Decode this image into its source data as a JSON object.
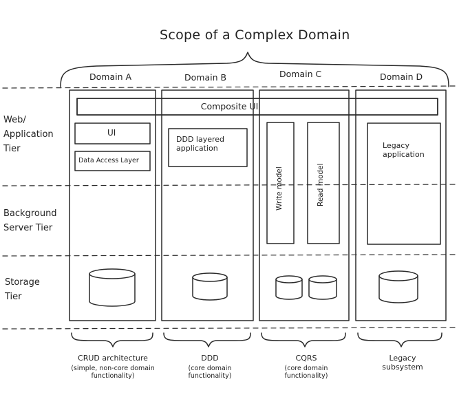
{
  "title": "Scope of a Complex Domain",
  "domains": [
    {
      "label": "Domain A"
    },
    {
      "label": "Domain B"
    },
    {
      "label": "Domain C"
    },
    {
      "label": "Domain D"
    }
  ],
  "tiers": {
    "web": "Web/\nApplication\nTier",
    "background": "Background\nServer Tier",
    "storage": "Storage\nTier"
  },
  "boxes": {
    "composite_ui": "Composite UI",
    "ui": "UI",
    "data_access_layer": "Data Access Layer",
    "ddd_layered": "DDD layered\napplication",
    "write_model": "Write model",
    "read_model": "Read model",
    "legacy_app": "Legacy\napplication"
  },
  "captions": [
    {
      "main": "CRUD architecture",
      "sub": "(simple, non-core domain\nfunctionality)"
    },
    {
      "main": "DDD",
      "sub": "(core domain\nfunctionality)"
    },
    {
      "main": "CQRS",
      "sub": "(core domain\nfunctionality)"
    },
    {
      "main": "Legacy\nsubsystem",
      "sub": ""
    }
  ]
}
